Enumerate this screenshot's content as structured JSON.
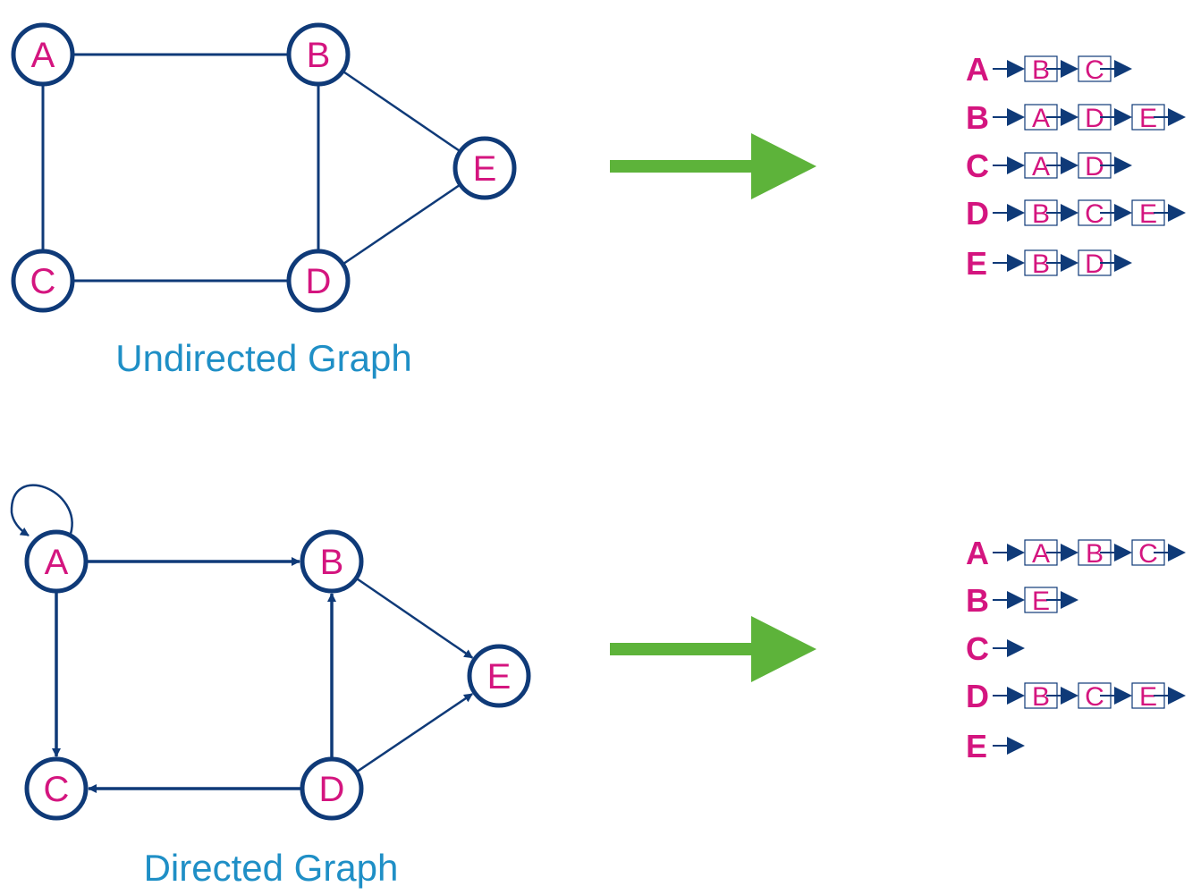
{
  "colors": {
    "edge": "#0f3a78",
    "label": "#d4157f",
    "caption": "#1f8fc6",
    "transform_arrow": "#5db33a"
  },
  "undirected": {
    "caption": "Undirected Graph",
    "nodes": [
      {
        "id": "A",
        "label": "A"
      },
      {
        "id": "B",
        "label": "B"
      },
      {
        "id": "C",
        "label": "C"
      },
      {
        "id": "D",
        "label": "D"
      },
      {
        "id": "E",
        "label": "E"
      }
    ],
    "edges": [
      {
        "from": "A",
        "to": "B"
      },
      {
        "from": "A",
        "to": "C"
      },
      {
        "from": "B",
        "to": "D"
      },
      {
        "from": "C",
        "to": "D"
      },
      {
        "from": "B",
        "to": "E"
      },
      {
        "from": "D",
        "to": "E"
      }
    ],
    "adjacency": [
      {
        "head": "A",
        "items": [
          "B",
          "C"
        ]
      },
      {
        "head": "B",
        "items": [
          "A",
          "D",
          "E"
        ]
      },
      {
        "head": "C",
        "items": [
          "A",
          "D"
        ]
      },
      {
        "head": "D",
        "items": [
          "B",
          "C",
          "E"
        ]
      },
      {
        "head": "E",
        "items": [
          "B",
          "D"
        ]
      }
    ]
  },
  "directed": {
    "caption": "Directed Graph",
    "nodes": [
      {
        "id": "A",
        "label": "A"
      },
      {
        "id": "B",
        "label": "B"
      },
      {
        "id": "C",
        "label": "C"
      },
      {
        "id": "D",
        "label": "D"
      },
      {
        "id": "E",
        "label": "E"
      }
    ],
    "edges": [
      {
        "from": "A",
        "to": "A"
      },
      {
        "from": "A",
        "to": "B"
      },
      {
        "from": "A",
        "to": "C"
      },
      {
        "from": "B",
        "to": "E"
      },
      {
        "from": "D",
        "to": "B"
      },
      {
        "from": "D",
        "to": "C"
      },
      {
        "from": "D",
        "to": "E"
      }
    ],
    "adjacency": [
      {
        "head": "A",
        "items": [
          "A",
          "B",
          "C"
        ]
      },
      {
        "head": "B",
        "items": [
          "E"
        ]
      },
      {
        "head": "C",
        "items": []
      },
      {
        "head": "D",
        "items": [
          "B",
          "C",
          "E"
        ]
      },
      {
        "head": "E",
        "items": []
      }
    ]
  }
}
